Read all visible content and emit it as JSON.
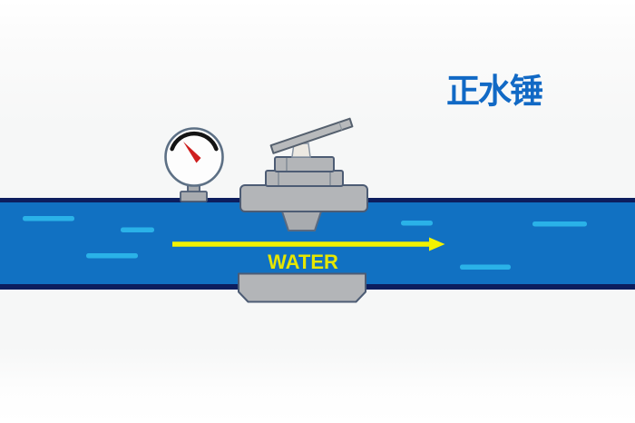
{
  "title": {
    "text": "正水锤",
    "color": "#1169c5"
  },
  "pipe": {
    "flow_label": "WATER",
    "flow_direction": "right"
  },
  "colors": {
    "pipe_body": "#1171c2",
    "pipe_wall": "#0d1e5e",
    "flow_dash": "#2ab2e8",
    "arrow_yellow": "#f2f200",
    "water_label_yellow": "#e6e600",
    "title_blue": "#1169c5",
    "metal_gray": "#b3b5b8",
    "metal_gray_dark": "#a8abaf",
    "metal_outline": "#4d5c74",
    "gauge_ring": "#5d7085",
    "gauge_arc": "#141414",
    "needle_red": "#cf1f1f",
    "stem_white": "#ece9e2"
  }
}
